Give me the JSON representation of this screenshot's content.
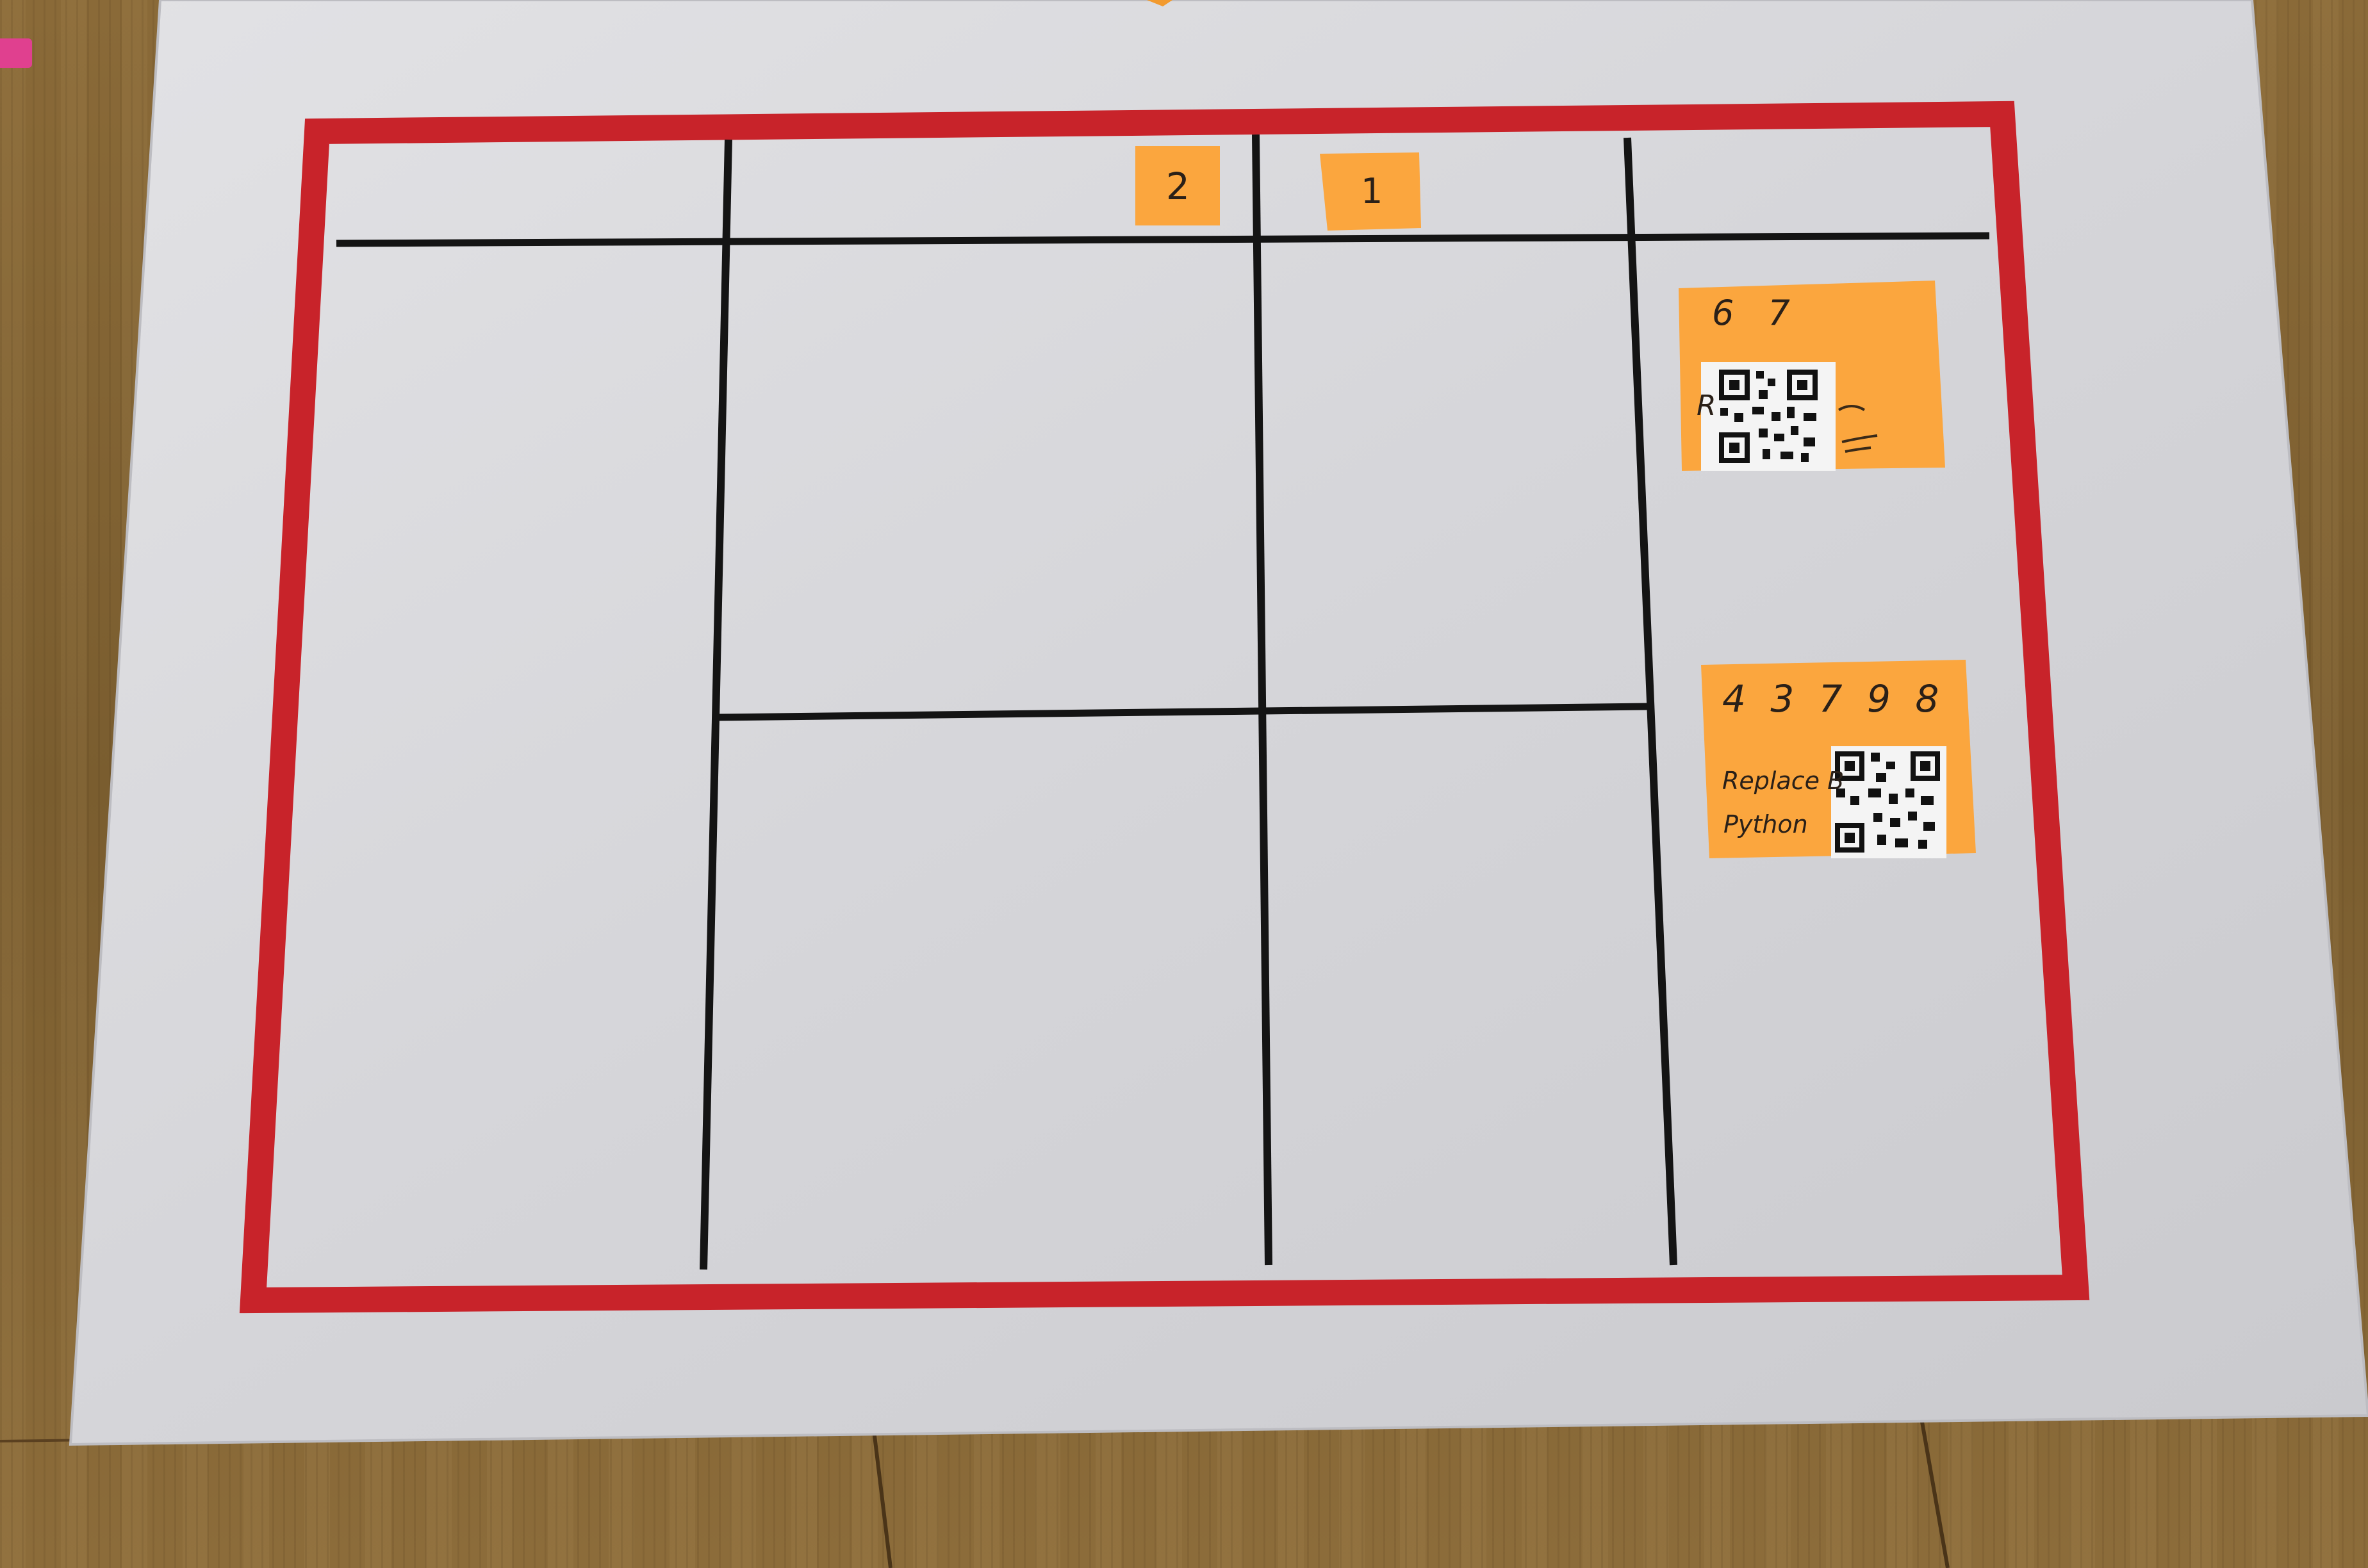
{
  "colors": {
    "wood": "#7f6032",
    "paper": "#d9d9dc",
    "frame_red": "#c8232a",
    "ink_black": "#141414",
    "sticky_orange": "#fba63e",
    "qr_dark": "#111111",
    "qr_light": "#f4f4f4"
  },
  "board": {
    "columns": 4,
    "column_heading_notes": [
      {
        "label": "2"
      },
      {
        "label": "1"
      }
    ]
  },
  "cards": [
    {
      "numbers": "6 7",
      "handwriting": "R",
      "qr_icon": "qr-code-icon"
    },
    {
      "numbers": "4 3 7 9 8",
      "line_1": "Replace B",
      "line_2": "Python",
      "qr_icon": "qr-code-icon"
    }
  ]
}
